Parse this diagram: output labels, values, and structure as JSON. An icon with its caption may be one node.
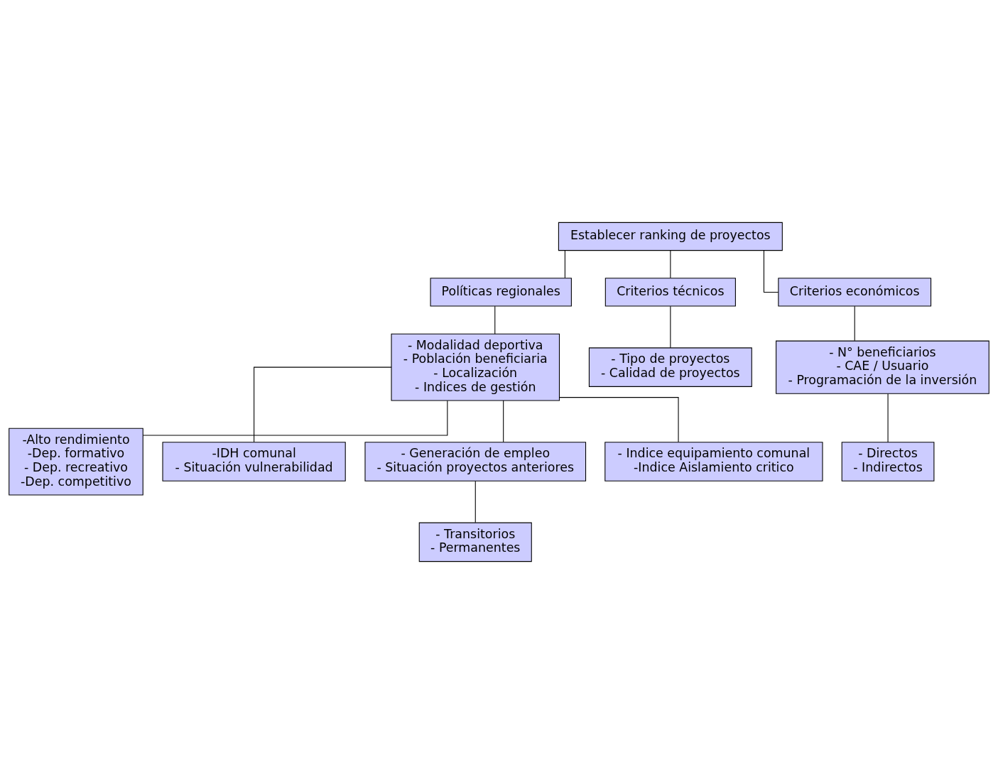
{
  "diagram": {
    "nodes": [
      {
        "text": [
          "Establecer ranking de proyectos"
        ]
      },
      {
        "text": [
          "Políticas regionales"
        ]
      },
      {
        "text": [
          "Criterios técnicos"
        ]
      },
      {
        "text": [
          "Criterios económicos"
        ]
      },
      {
        "text": [
          "- Modalidad deportiva",
          "- Población beneficiaria",
          "- Localización",
          "- Indices de gestión"
        ]
      },
      {
        "text": [
          "- Tipo de proyectos",
          "- Calidad de proyectos"
        ]
      },
      {
        "text": [
          "- N° beneficiarios",
          "- CAE / Usuario",
          "- Programación de la inversión"
        ]
      },
      {
        "text": [
          "- Directos",
          "- Indirectos"
        ]
      },
      {
        "text": [
          "-Alto rendimiento",
          "-Dep. formativo",
          "- Dep. recreativo",
          "-Dep. competitivo"
        ]
      },
      {
        "text": [
          "-IDH comunal",
          "- Situación vulnerabilidad"
        ]
      },
      {
        "text": [
          "- Generación de empleo",
          "- Situación proyectos anteriores"
        ]
      },
      {
        "text": [
          "- Indice equipamiento comunal",
          "-Indice Aislamiento critico"
        ]
      },
      {
        "text": [
          "- Transitorios",
          "- Permanentes"
        ]
      }
    ],
    "edges": [
      {
        "from": 0,
        "to": 1,
        "arrow": "none"
      },
      {
        "from": 0,
        "to": 2,
        "arrow": "none"
      },
      {
        "from": 0,
        "to": 3,
        "arrow": "none"
      },
      {
        "from": 1,
        "to": 4,
        "arrow": "none"
      },
      {
        "from": 2,
        "to": 5,
        "arrow": "none"
      },
      {
        "from": 3,
        "to": 6,
        "arrow": "none"
      },
      {
        "from": 6,
        "to": 7,
        "arrow": "none"
      },
      {
        "from": 4,
        "to": 8,
        "arrow": "none"
      },
      {
        "from": 4,
        "to": 9,
        "arrow": "none"
      },
      {
        "from": 4,
        "to": 10,
        "arrow": "none"
      },
      {
        "from": 4,
        "to": 11,
        "arrow": "none"
      },
      {
        "from": 10,
        "to": 12,
        "arrow": "none"
      }
    ]
  }
}
